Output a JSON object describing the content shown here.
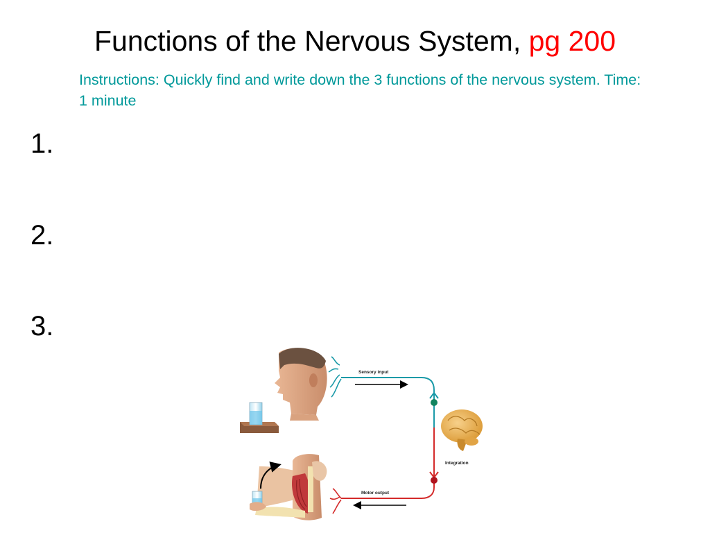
{
  "slide": {
    "title_main": "Functions of the Nervous System, ",
    "title_accent": "pg 200",
    "instructions": "Instructions: Quickly find and write down the 3 functions of the nervous system. Time: 1 minute",
    "list_numbers": [
      "1.",
      "2.",
      "3."
    ]
  },
  "figure": {
    "labels": {
      "sensory": "Sensory input",
      "integration": "Integration",
      "motor": "Motor output"
    },
    "colors": {
      "sensory": "#1a9aa8",
      "motor": "#d42a2a",
      "sensory_node": "#12845f",
      "motor_node": "#b0141e"
    }
  }
}
